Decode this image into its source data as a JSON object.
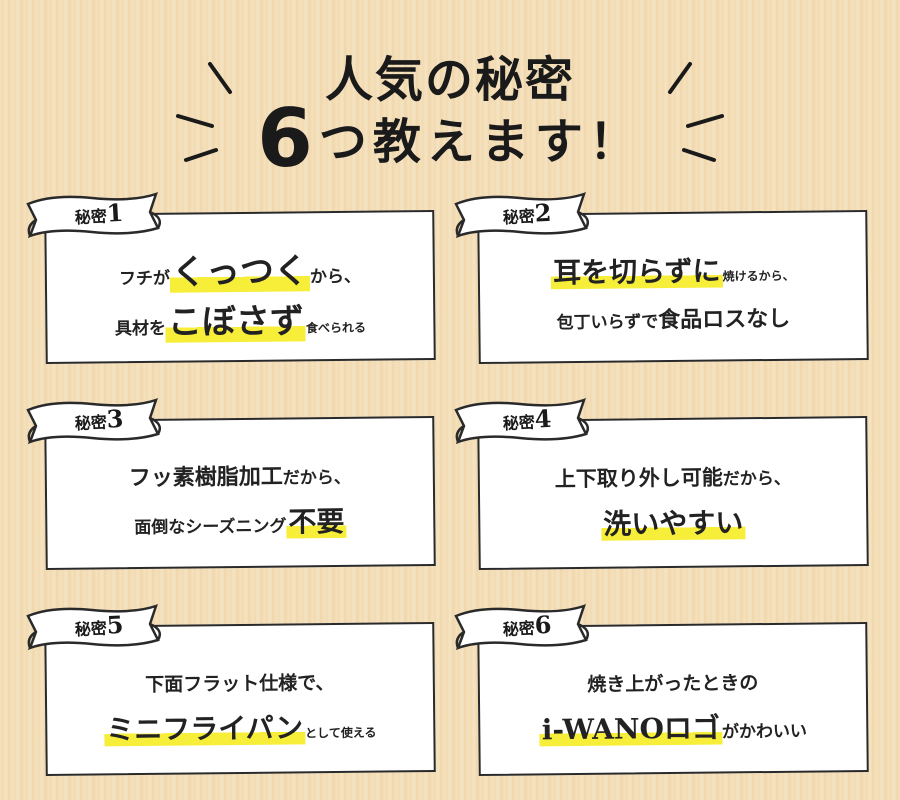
{
  "header": {
    "line1": "人気の秘密",
    "line2_num": "6",
    "line2_rest": "つ教えます！"
  },
  "cards": [
    {
      "tag": "秘密",
      "num": "1",
      "l1a": "フチが",
      "l1b": "くっつく",
      "l1c": "から、",
      "l2a": "具材を",
      "l2b": "こぼさず",
      "l2c": "食べられる"
    },
    {
      "tag": "秘密",
      "num": "2",
      "l1a": "耳を切らずに",
      "l1b": "焼けるから、",
      "l2a": "包丁いらずで",
      "l2b": "食品ロスなし"
    },
    {
      "tag": "秘密",
      "num": "3",
      "l1a": "フッ素樹脂加工",
      "l1b": "だから、",
      "l2a": "面倒なシーズニング",
      "l2b": "不要"
    },
    {
      "tag": "秘密",
      "num": "4",
      "l1a": "上下取り外し可能",
      "l1b": "だから、",
      "l2a": "洗いやすい"
    },
    {
      "tag": "秘密",
      "num": "5",
      "l1a": "下面フラット仕様で、",
      "l2a": "ミニフライパン",
      "l2b": "として使える"
    },
    {
      "tag": "秘密",
      "num": "6",
      "l1a": "焼き上がったときの",
      "l2a": "i-WANOロゴ",
      "l2b": "がかわいい"
    }
  ]
}
